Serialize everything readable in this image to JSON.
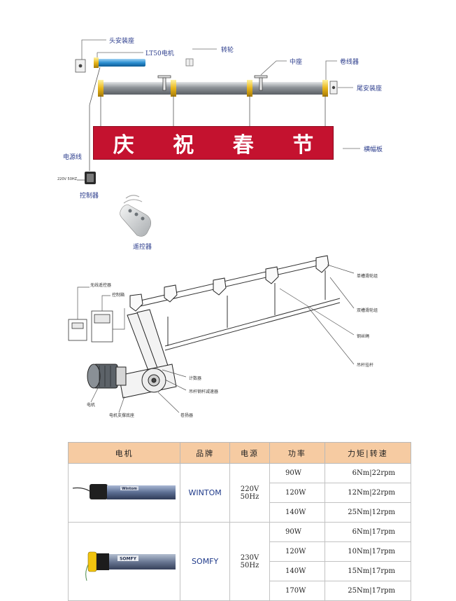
{
  "top_diagram": {
    "labels": {
      "head_mount": "头安装座",
      "motor": "LT50电机",
      "wheel": "转轮",
      "middle_mount": "中座",
      "winder": "卷线器",
      "tail_mount": "尾安装座",
      "power_cable": "电源线",
      "banner_board": "横幅板",
      "controller": "控制器",
      "remote": "遥控器",
      "voltage": "220V 50HZ"
    },
    "banner_chars": [
      "庆",
      "祝",
      "春",
      "节"
    ]
  },
  "mid_diagram": {
    "labels": {
      "wireless_remote": "无线遥控器",
      "control_box": "控制箱",
      "single_pulley": "单槽滑轮组",
      "double_pulley": "双槽滑轮组",
      "steel_wire": "钢丝绳",
      "flag_pole": "吊杆挂杆",
      "counter": "计数器",
      "drum": "吊杆钢杆减速器",
      "motor": "电机",
      "motor_base": "电机支撑底座",
      "winch": "卷扬器"
    }
  },
  "spec_table": {
    "headers": [
      "电机",
      "品牌",
      "电源",
      "功率",
      "力矩|转速"
    ],
    "groups": [
      {
        "brand": "WINTOM",
        "voltage": "220V 50Hz",
        "motor_text": "Wintom",
        "rows": [
          {
            "power": "90W",
            "torque": "6Nm|22rpm"
          },
          {
            "power": "120W",
            "torque": "12Nm|22rpm"
          },
          {
            "power": "140W",
            "torque": "25Nm|12rpm"
          }
        ]
      },
      {
        "brand": "SOMFY",
        "voltage": "230V 50Hz",
        "motor_text": "SOMFY",
        "rows": [
          {
            "power": "90W",
            "torque": "6Nm|17rpm"
          },
          {
            "power": "120W",
            "torque": "10Nm|17rpm"
          },
          {
            "power": "140W",
            "torque": "15Nm|17rpm"
          },
          {
            "power": "170W",
            "torque": "25Nm|17rpm"
          }
        ]
      }
    ]
  }
}
